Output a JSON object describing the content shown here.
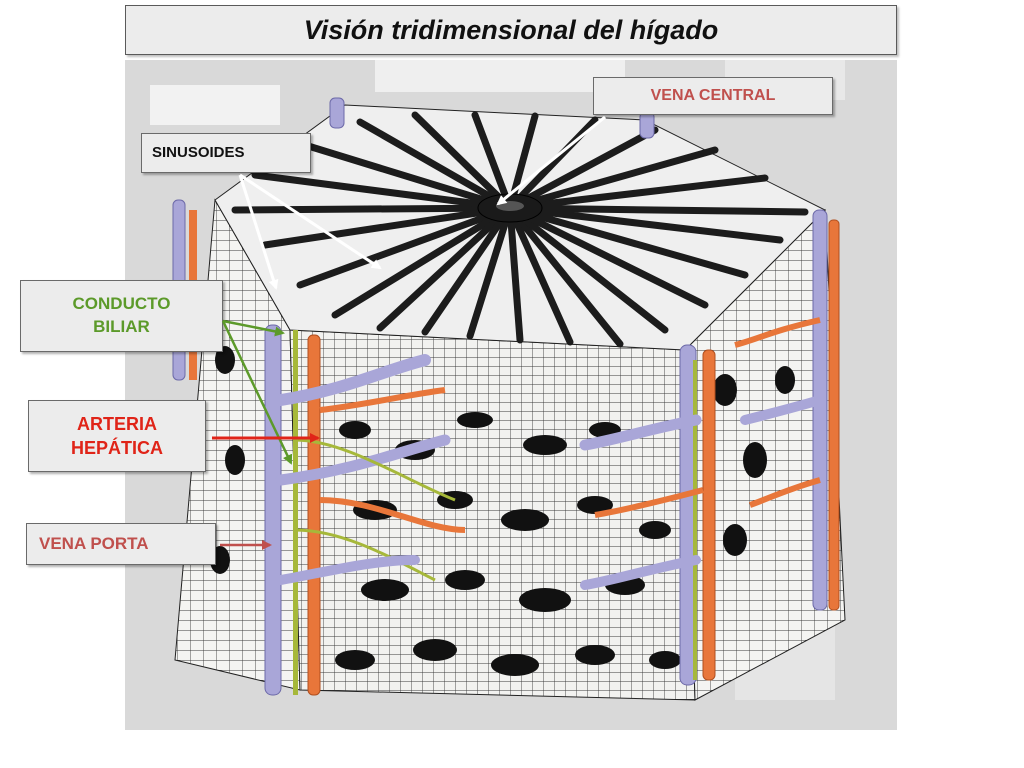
{
  "title": "Visión tridimensional del hígado",
  "labels": {
    "vena_central": "VENA CENTRAL",
    "sinusoides": "SINUSOIDES",
    "conducto_biliar": "CONDUCTO\nBILIAR",
    "arteria_hepatica": "ARTERIA\nHEPÁTICA",
    "vena_porta": "VENA PORTA"
  },
  "colors": {
    "vena_central_label": "#c0504d",
    "conducto_biliar_label": "#5c9a2a",
    "arteria_hepatica_label": "#e02418",
    "vena_porta_label": "#c0504d",
    "bile_duct": "#a6b83a",
    "hepatic_artery": "#e8763a",
    "portal_vein": "#a9a6d8"
  }
}
